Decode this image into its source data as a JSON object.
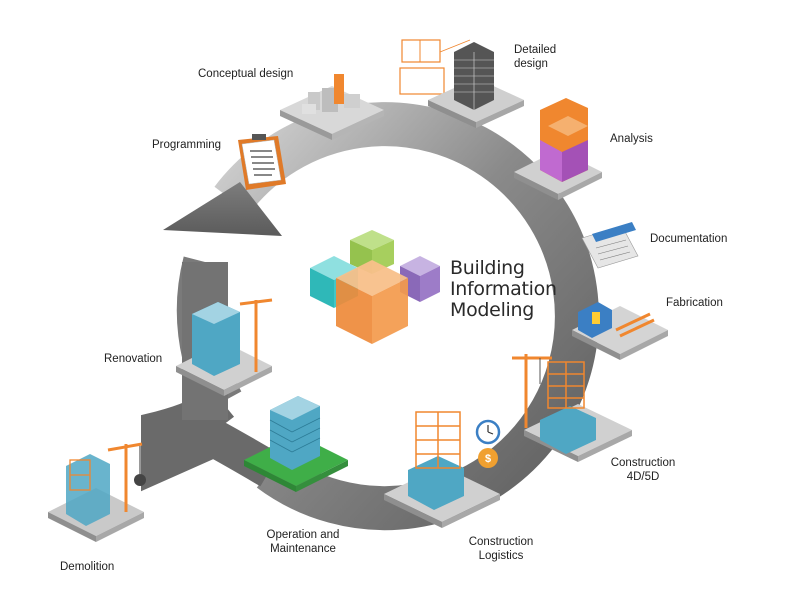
{
  "center": {
    "title_lines": [
      "Building",
      "Information",
      "Modeling"
    ]
  },
  "stages": {
    "conceptual_design": "Conceptual design",
    "detailed_design": "Detailed\ndesign",
    "programming": "Programming",
    "analysis": "Analysis",
    "documentation": "Documentation",
    "fabrication": "Fabrication",
    "renovation": "Renovation",
    "construction_4d5d": "Construction\n4D/5D",
    "construction_logistics": "Construction\nLogistics",
    "operation_maintenance": "Operation and\nMaintenance",
    "demolition": "Demolition"
  },
  "colors": {
    "ring": "#6f6f6f",
    "ring_light": "#b5b5b5",
    "accent_orange": "#f0872f",
    "glass_blue": "#4fa7c4",
    "cube_green": "#a7cf5e",
    "cube_teal": "#43c6c6",
    "cube_purple": "#9d7cc8",
    "cube_orange": "#f39a4c",
    "analysis_purple": "#c06ad0",
    "lawn_green": "#3fae48"
  }
}
